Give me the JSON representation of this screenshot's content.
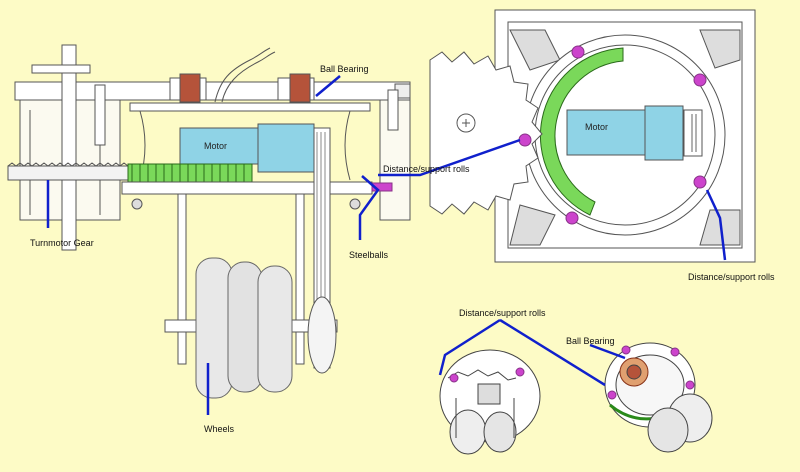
{
  "labels": {
    "ball_bearing_top": "Ball Bearing",
    "motor_side": "Motor",
    "turnmotor_gear": "Turnmotor Gear",
    "steelballs": "Steelballs",
    "wheels": "Wheels",
    "distance_rolls_center": "Distance/support rolls",
    "motor_top": "Motor",
    "distance_rolls_right": "Distance/support rolls",
    "distance_rolls_bottom": "Distance/support rolls",
    "ball_bearing_bottom": "Ball Bearing"
  },
  "colors": {
    "background": "#fdfbc6",
    "callout_line": "#1020cc",
    "motor_fill": "#8fd3e6",
    "gear_fill": "#7ad85a",
    "bearing_fill": "#b5533a",
    "roll_fill": "#cc44cc",
    "housing_fill": "#ffffff",
    "sketch_stroke": "#555555"
  },
  "icons": [
    "side-view-sketch",
    "top-view-sketch",
    "perspective-sketch-left",
    "perspective-sketch-right"
  ]
}
